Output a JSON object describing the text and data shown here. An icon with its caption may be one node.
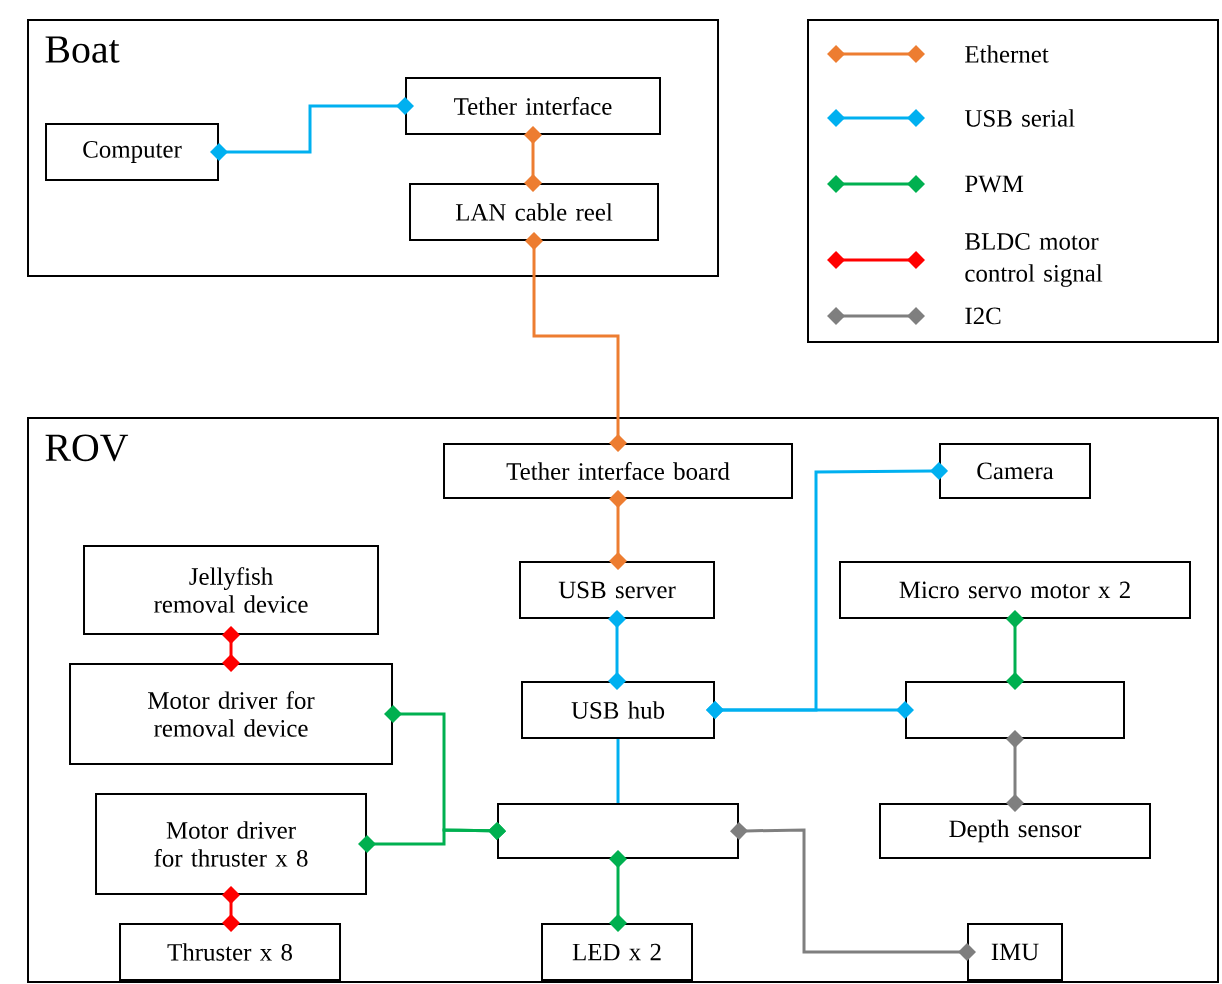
{
  "diagram": {
    "nodes": [
      {
        "text": [
          "Boat"
        ]
      },
      {
        "text": [
          "Computer"
        ],
        "in": 0
      },
      {
        "text": [
          "Tether interface"
        ],
        "in": 0
      },
      {
        "text": [
          "LAN cable reel"
        ],
        "in": 0
      },
      {
        "text": [
          "ROV"
        ]
      },
      {
        "text": [
          "Tether interface board"
        ],
        "in": 4
      },
      {
        "text": [
          "Camera"
        ],
        "in": 4
      },
      {
        "text": [
          "Jellyfish removal device"
        ],
        "in": 4
      },
      {
        "text": [
          "USB server"
        ],
        "in": 4
      },
      {
        "text": [
          "Micro servo motor x 2"
        ],
        "in": 4
      },
      {
        "text": [
          "Motor driver for removal device"
        ],
        "in": 4
      },
      {
        "text": [
          "USB hub"
        ],
        "in": 4
      },
      {
        "text": [],
        "shape": "box",
        "in": 4
      },
      {
        "text": [
          "Motor driver for thruster x 8"
        ],
        "in": 4
      },
      {
        "text": [],
        "shape": "box",
        "in": 4
      },
      {
        "text": [
          "Depth sensor"
        ],
        "in": 4
      },
      {
        "text": [
          "Thruster x 8"
        ],
        "in": 4
      },
      {
        "text": [
          "LED x 2"
        ],
        "in": 4
      },
      {
        "text": [
          "IMU"
        ],
        "in": 4
      }
    ],
    "edges": [
      {
        "from": 1,
        "to": 2,
        "arrow": "other"
      },
      {
        "from": 2,
        "to": 3,
        "arrow": "other",
        "color": "#ed7d31"
      },
      {
        "from": 3,
        "to": 5,
        "arrow": "other",
        "color": "#ed7d31"
      },
      {
        "from": 5,
        "to": 8,
        "arrow": "other",
        "color": "#ed7d31"
      },
      {
        "from": 8,
        "to": 11,
        "arrow": "other"
      },
      {
        "from": 11,
        "to": 6,
        "arrow": "other"
      },
      {
        "from": 11,
        "to": 12,
        "arrow": "other"
      },
      {
        "from": 11,
        "to": 14,
        "arrow": "none"
      },
      {
        "from": 9,
        "to": 12,
        "arrow": "other",
        "color": "#00b050"
      },
      {
        "from": 7,
        "to": 10,
        "arrow": "other",
        "color": "#ff0000"
      },
      {
        "from": 10,
        "to": 14,
        "arrow": "other",
        "color": "#00b050"
      },
      {
        "from": 13,
        "to": 14,
        "arrow": "other",
        "color": "#00b050"
      },
      {
        "from": 13,
        "to": 16,
        "arrow": "other",
        "color": "#ff0000"
      },
      {
        "from": 14,
        "to": 17,
        "arrow": "other",
        "color": "#00b050"
      },
      {
        "from": 12,
        "to": 15,
        "arrow": "other",
        "color": "#7f7f7f"
      },
      {
        "from": 14,
        "to": 18,
        "arrow": "other",
        "color": "#7f7f7f"
      }
    ],
    "legend": [
      {
        "text": "Ethernet"
      },
      {
        "text": "USB serial"
      },
      {
        "text": "PWM"
      },
      {
        "text": "BLDC motor control signal"
      },
      {
        "text": "I2C"
      }
    ]
  }
}
